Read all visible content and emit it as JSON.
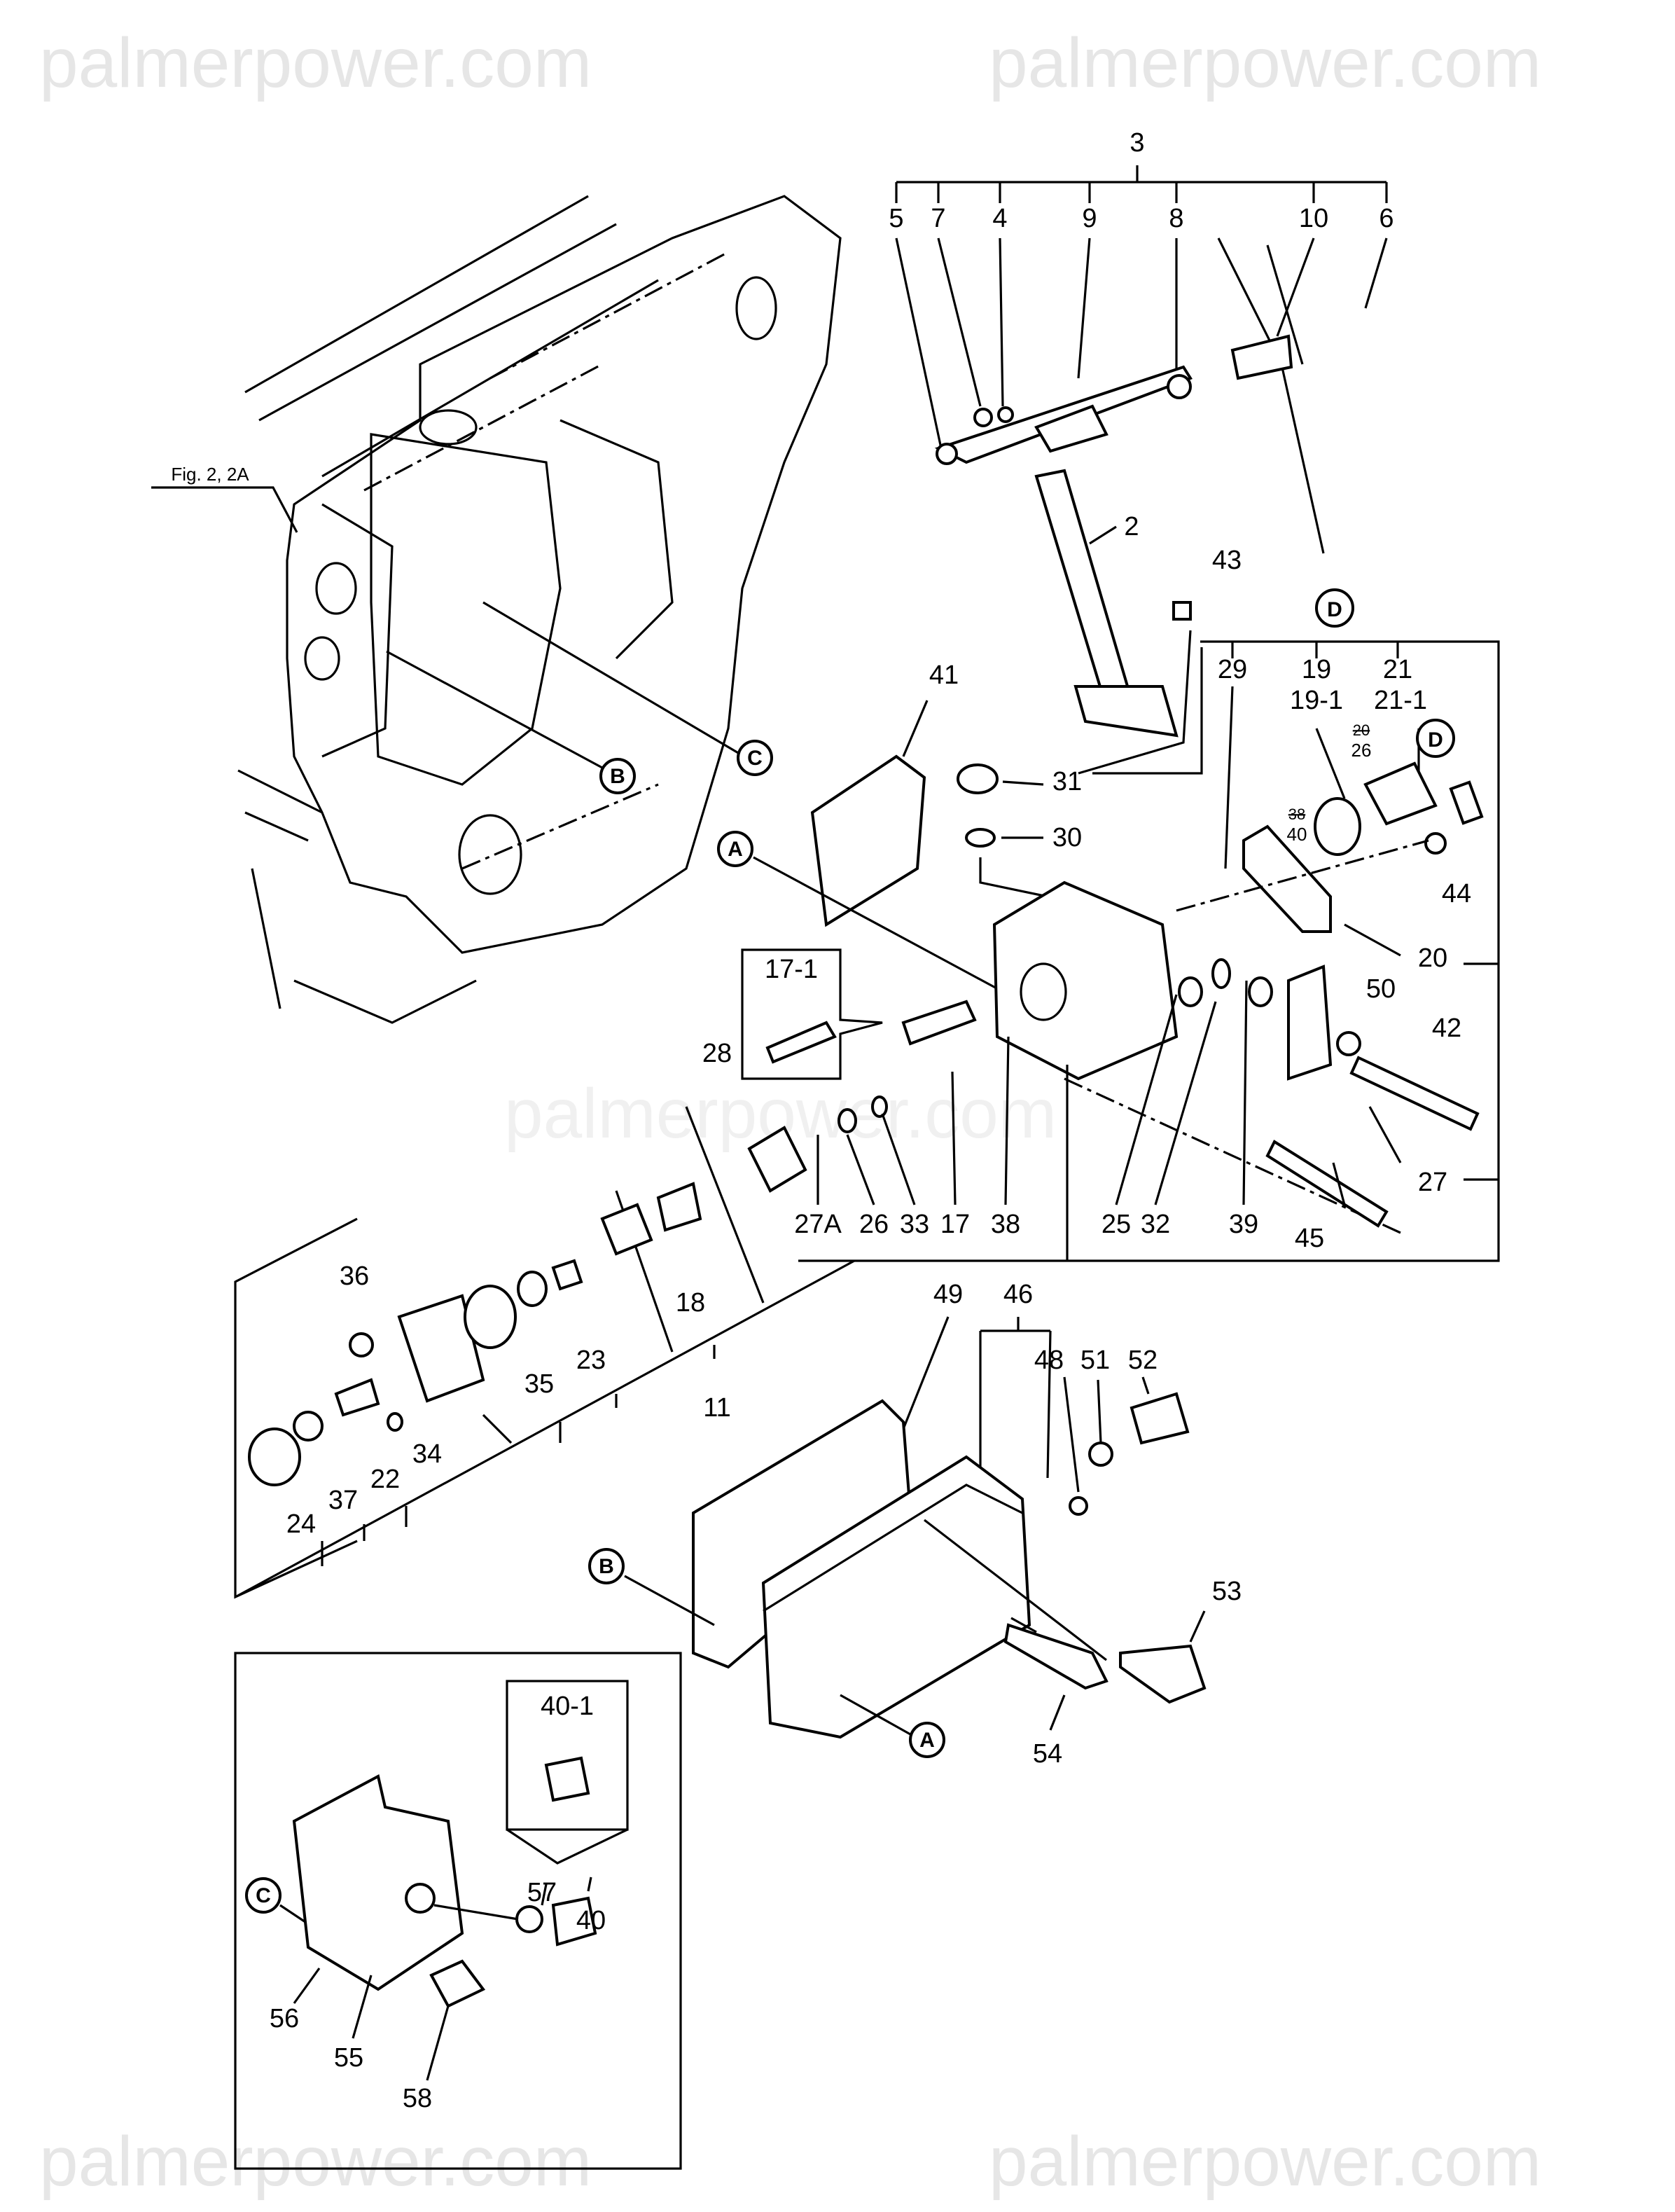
{
  "watermarks": [
    "palmerpower.com",
    "palmerpower.com",
    "palmerpower.com",
    "palmerpower.com",
    "palmerpower.com"
  ],
  "figure_ref": "Fig. 2, 2A",
  "refs": {
    "A": "A",
    "B": "B",
    "C": "C",
    "D": "D"
  },
  "callouts": {
    "c3": "3",
    "c5": "5",
    "c7": "7",
    "c4": "4",
    "c9": "9",
    "c8": "8",
    "c10": "10",
    "c6": "6",
    "c2": "2",
    "c43": "43",
    "c41": "41",
    "c29": "29",
    "c19": "19",
    "c21": "21",
    "c19_1": "19-1",
    "c21_1": "21-1",
    "c20s": "20",
    "c26s": "26",
    "c38s": "38",
    "c40s": "40",
    "c31": "31",
    "c30": "30",
    "c44": "44",
    "c20": "20",
    "c17_1": "17-1",
    "c50": "50",
    "c42": "42",
    "c28": "28",
    "c27A": "27A",
    "c26": "26",
    "c33": "33",
    "c17": "17",
    "c38": "38",
    "c25": "25",
    "c32": "32",
    "c39": "39",
    "c45": "45",
    "c27": "27",
    "c36": "36",
    "c18": "18",
    "c23": "23",
    "c35": "35",
    "c11": "11",
    "c34": "34",
    "c22": "22",
    "c37": "37",
    "c24": "24",
    "c49": "49",
    "c46": "46",
    "c48": "48",
    "c51": "51",
    "c52": "52",
    "c53": "53",
    "c54": "54",
    "c40_1": "40-1",
    "c57": "57",
    "c40": "40",
    "c56": "56",
    "c55": "55",
    "c58": "58"
  }
}
